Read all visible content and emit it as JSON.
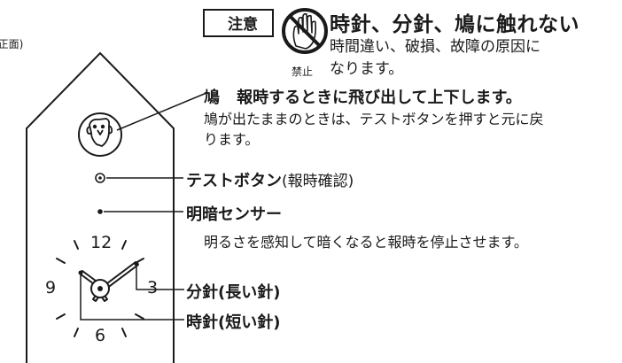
{
  "caution": {
    "label": "注意",
    "prohibit": "禁止",
    "title": "時針、分針、鳩に触れない",
    "body_line1": "時間違い、破損、故障の原因に",
    "body_line2": "なります。"
  },
  "front_label": "(正面)",
  "callouts": {
    "cuckoo": {
      "title": "鳩",
      "text": "報時するときに飛び出して上下します。",
      "desc_line1": "鳩が出たままのときは、テストボタンを押すと元に戻",
      "desc_line2": "ります。"
    },
    "test_button": {
      "title": "テストボタン",
      "note": "(報時確認)"
    },
    "light_sensor": {
      "title": "明暗センサー",
      "desc": "明るさを感知して暗くなると報時を停止させます。"
    },
    "minute_hand": {
      "label": "分針(長い針)"
    },
    "hour_hand": {
      "label": "時針(短い針)"
    }
  },
  "clock_numbers": {
    "n12": "12",
    "n9": "9",
    "n3": "3",
    "n6": "6"
  }
}
